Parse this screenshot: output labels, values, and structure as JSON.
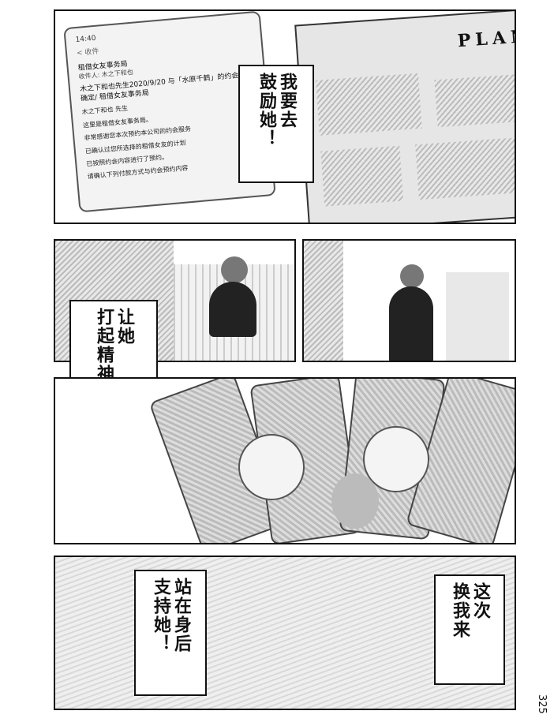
{
  "panel1": {
    "phone": {
      "time": "14:40",
      "back": "< 收件",
      "sender": "租借女友事务局",
      "recipient": "收件人: 木之下和也",
      "subject": "木之下和也先生2020/9/20 与「水原千鹤」的约会已经确定/ 租借女友事务局",
      "lines": [
        "木之下和也 先生",
        "这里是租借女友事务局。",
        "非常感谢您本次预约本公司的约会服务",
        "已确认过您所选择的租借女友的计划",
        "已按照约会内容进行了预约。",
        "请确认下列付款方式与约会预约内容"
      ]
    },
    "magazine_title": "PLAN",
    "bubble": [
      "我要去",
      "鼓励她！"
    ]
  },
  "panel3": {
    "bubble": [
      "让她",
      "打起精神来！"
    ]
  },
  "panel5": {
    "bubble_right": [
      "这次",
      "换我来"
    ],
    "bubble_left": [
      "站在身后",
      "支持她！"
    ]
  },
  "page_number": "325"
}
